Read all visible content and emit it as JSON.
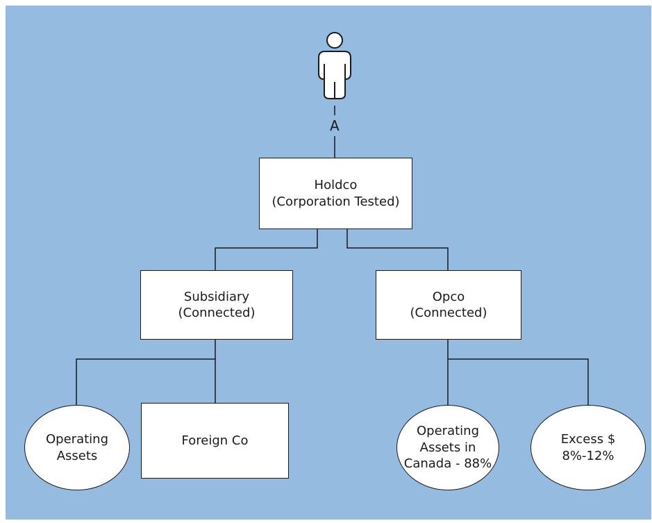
{
  "diagram": {
    "edge_label": "A",
    "holdco": {
      "line1": "Holdco",
      "line2": "(Corporation Tested)"
    },
    "subsidiary": {
      "line1": "Subsidiary",
      "line2": "(Connected)"
    },
    "opco": {
      "line1": "Opco",
      "line2": "(Connected)"
    },
    "operating_assets": {
      "line1": "Operating",
      "line2": "Assets"
    },
    "foreign_co": {
      "line1": "Foreign Co"
    },
    "operating_assets_canada": {
      "line1": "Operating",
      "line2": "Assets in",
      "line3": "Canada - 88%"
    },
    "excess_cash": {
      "line1": "Excess $",
      "line2": "8%-12%"
    }
  },
  "colors": {
    "background": "#95bbe0",
    "box_fill": "#ffffff",
    "line": "#1a1a1a"
  },
  "icons": {
    "person": "person-icon"
  }
}
